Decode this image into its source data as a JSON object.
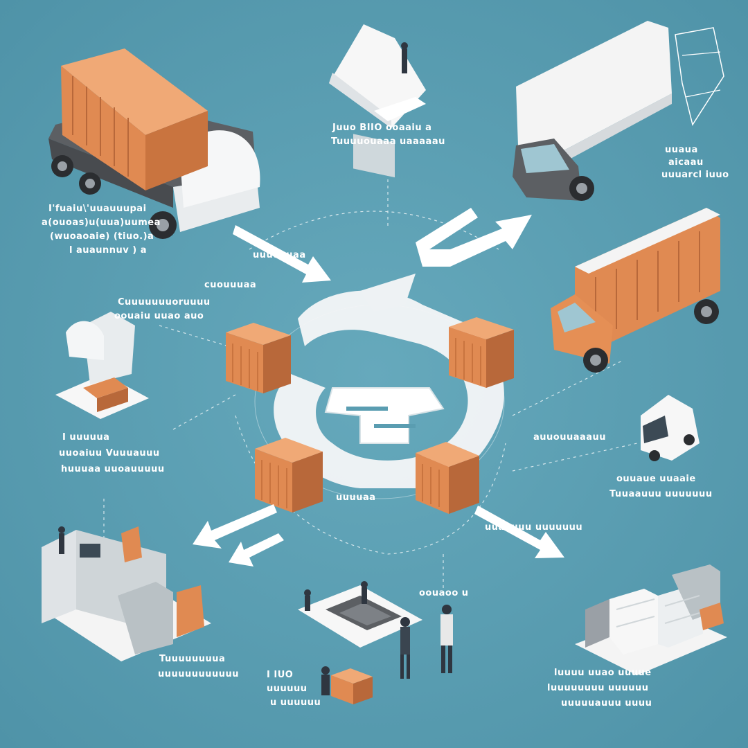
{
  "colors": {
    "background": "#5a9db1",
    "background_light": "#6fb0c2",
    "box_orange": "#e08a52",
    "box_orange_dark": "#b8683a",
    "box_orange_light": "#f0a976",
    "truck_white": "#f4f4f4",
    "truck_grey": "#5c5f63",
    "connector": "#ffffff",
    "person_dark": "#2f3640"
  },
  "icons": [
    "cargo-truck-icon",
    "delivery-van-icon",
    "box-truck-icon",
    "orange-box-truck-icon",
    "printer-station-icon",
    "small-van-icon",
    "warehouse-office-icon",
    "conveyor-platform-icon",
    "storage-racks-icon",
    "parcel-cube-icon",
    "direction-arrow-icon",
    "worker-figure-icon"
  ],
  "labels": {
    "cargo_truck": [
      "I'fuaiu\\'uuauuupai",
      "a(ouoas)u(uua)uumea",
      "(wuoaoaie) (tiuo.)a",
      "l auaunnuv ) a"
    ],
    "delivery_van": [
      "Juuo BIIO ooaaiu a",
      "Tuuuuouaaa uaaaaau"
    ],
    "box_truck": [
      "uuaua",
      "aicaau",
      "uuuarcl iuuo"
    ],
    "printer_station": [
      "Cuuuuuuuoruuuu",
      "oouaiu uuao auo"
    ],
    "center_left": "uuuuauaa",
    "center_upper": "cuouuuaa",
    "left_mid": [
      "I uuuuua",
      "uuoaiuu Vuuuauuu",
      "huuuaa uuoauuuuu"
    ],
    "small_van": "auuouuaaauu",
    "right_mid": [
      "ouuaue uuaaie",
      "Tuuaauuu uuuuuuu"
    ],
    "warehouse_office": [
      "Tuuuuuuuua",
      "uuuuuuuuuuuu"
    ],
    "conveyor": "oouaoo u",
    "storage_racks": [
      "luuuu uuao uuuue",
      "luuuuuuuu uuuuuu",
      "uuuuuauuu uuuu"
    ],
    "bottom_center": [
      "I IUO",
      "uuuuuu",
      "u uuuuuu"
    ],
    "arrow_right": "uuauuuu uuuuuuu",
    "hub_small": "uuuuaa"
  }
}
